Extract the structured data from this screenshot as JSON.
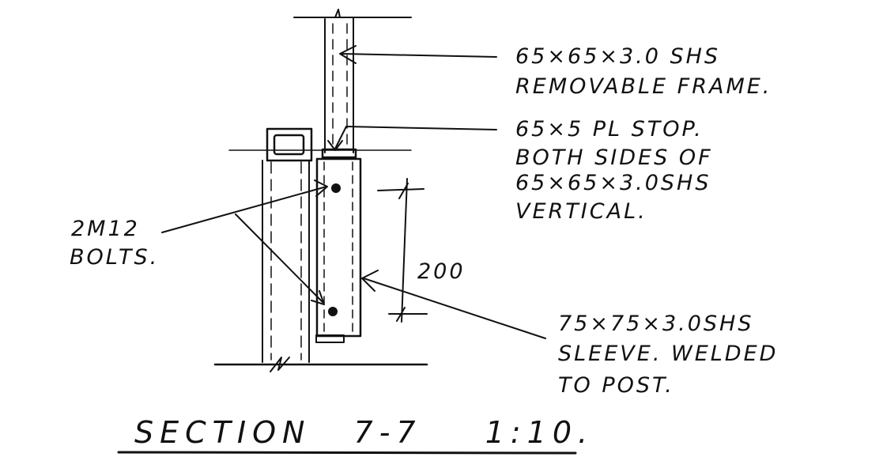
{
  "drawing": {
    "title": {
      "section": "SECTION",
      "ref": "7-7",
      "scale": "1:10."
    },
    "notes": {
      "frame": [
        "65×65×3.0 SHS",
        "REMOVABLE FRAME."
      ],
      "stop": [
        "65×5 PL STOP.",
        "BOTH SIDES OF",
        "65×65×3.0SHS",
        "VERTICAL."
      ],
      "bolts": [
        "2M12",
        "BOLTS."
      ],
      "sleeve": [
        "75×75×3.0SHS",
        "SLEEVE. WELDED",
        "TO POST."
      ]
    },
    "dimension": "200"
  }
}
